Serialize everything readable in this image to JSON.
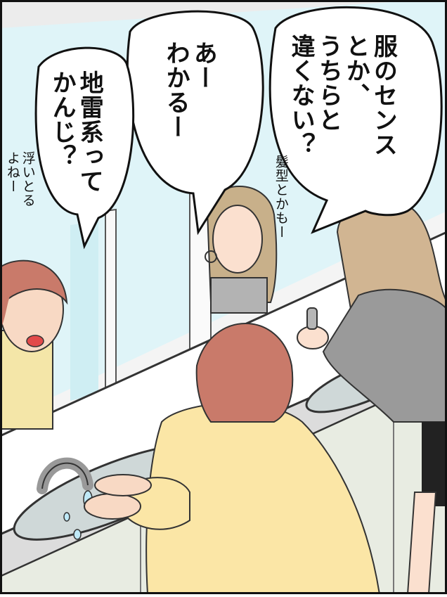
{
  "speech": {
    "right_bubble": [
      "服のセンス",
      "とか、",
      "うちらと",
      "違くない？"
    ],
    "middle_bubble": [
      "あー",
      "わかるー"
    ],
    "left_bubble": [
      "地雷系って",
      "かんじ？"
    ]
  },
  "asides": {
    "hair": "髪型とかもー",
    "floating": [
      "浮いとる",
      "よねー"
    ]
  }
}
